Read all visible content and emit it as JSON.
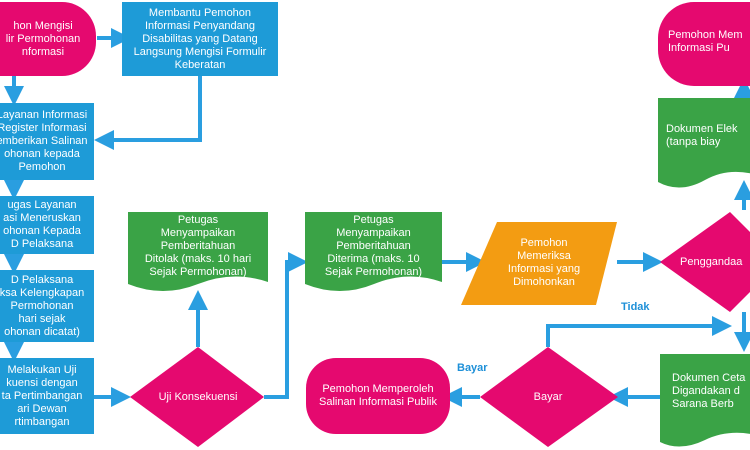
{
  "colors": {
    "pink": "#e5096f",
    "blue": "#1e9bd7",
    "green": "#3aa346",
    "orange": "#f39c12",
    "arrow": "#2a9ee0"
  },
  "nodes": {
    "pemohon_mengisi": "hon Mengisi\nlir Permohonan\nnformasi",
    "membantu": "Membantu Pemohon\nInformasi Penyandang\nDisabilitas yang Datang\nLangsung Mengisi Formulir\nKeberatan",
    "layanan_register": "Layanan Informasi\nRegister Informasi\nemberikan Salinan\nohonan kepada\nPemohon",
    "petugas_meneruskan": "ugas Layanan\nasi Meneruskan\nohonan Kepada\nD Pelaksana",
    "ppid_pelaksana": "D Pelaksana\nksa Kelengkapan\nPermohonan\nhari sejak\nohonan dicatat)",
    "melakukan_uji": "Melakukan Uji\nkuensi dengan\nta Pertimbangan\nari Dewan\nrtimbangan",
    "uji_konsekuensi": "Uji Konsekuensi",
    "ditolak": "Petugas\nMenyampaikan\nPemberitahuan\nDitolak (maks. 10 hari\nSejak Permohonan)",
    "diterima": "Petugas\nMenyampaikan\nPemberitahuan\nDiterima (maks. 10\nSejak Permohonan)",
    "memeriksa": "Pemohon\nMemeriksa\nInformasi yang\nDimohonkan",
    "penggandaan": "Penggandaa",
    "dok_elektronik": "Dokumen Elek\n(tanpa biay",
    "pemohon_menerima": "Pemohon Mem\nInformasi Pu",
    "dok_cetak": "Dokumen Ceta\nDigandakan d\nSarana Berb",
    "bayar": "Bayar",
    "memperoleh": "Pemohon Memperoleh\nSalinan Informasi Publik"
  },
  "edge_labels": {
    "tidak": "Tidak",
    "bayar": "Bayar"
  }
}
